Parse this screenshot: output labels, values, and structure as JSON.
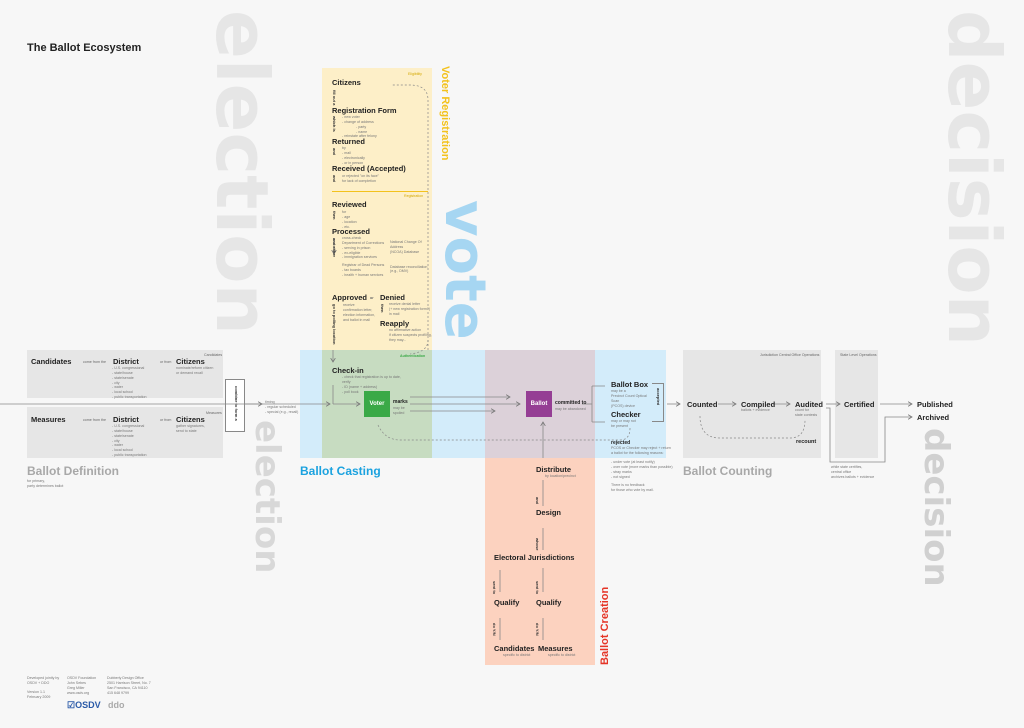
{
  "title": "The Ballot Ecosystem",
  "watermarks": {
    "election": "election",
    "vote": "vote",
    "decision": "decision"
  },
  "registration": {
    "label": "Voter Registration",
    "eligibility": "Eligibility",
    "registration": "Registration",
    "citizens": "Citizens",
    "fill_out": "fill out a",
    "form": "Registration Form",
    "which_is": "which is",
    "form_notes": [
      "- new voter",
      "- change of address",
      "- party",
      "- name",
      "- reinstate after felony"
    ],
    "returned": "Returned",
    "and1": "and",
    "returned_notes": [
      "by",
      "- mail",
      "- electronically",
      "- or in person"
    ],
    "received": "Received (Accepted)",
    "and2": "and",
    "received_notes": [
      "or rejected \"on its face\"",
      "for lack of completion"
    ],
    "reviewed": "Reviewed",
    "then": "then",
    "reviewed_notes": [
      "for",
      "- age",
      "- location",
      "- etc."
    ],
    "processed": "Processed",
    "and_either": "and either",
    "processed_notes": [
      "cross-check",
      "Department of Corrections",
      "- serving in prison",
      "- ex-eligible",
      "- immigration services",
      "Registrar of Dead Persons",
      "- tax boards",
      "- health + human services"
    ],
    "processed_notes2": [
      "National Change Of Address",
      "(NCOA) Database",
      "Database reconciliation",
      "(e.g., DMV)"
    ],
    "approved": "Approved",
    "or": "or",
    "approved_notes": [
      "receive",
      "confirmation letter,",
      "election information,",
      "and ballot in mail"
    ],
    "go_to_polling": "go to polling location",
    "denied": "Denied",
    "then2": "then",
    "denied_notes": [
      "receive denial letter",
      "(+ new registration form?)",
      "in mail"
    ],
    "reapply": "Reapply",
    "reapply_notes": [
      "no affirmative action",
      "if citizen suspects profiling,",
      "they may..."
    ]
  },
  "definition": {
    "label": "Ballot Definition",
    "sublabel": [
      "for primary,",
      "party determines ballot"
    ],
    "cand_tag": "Candidates",
    "meas_tag": "Measures",
    "candidates": "Candidates",
    "measures": "Measures",
    "come_from": "come from the",
    "district": "District",
    "or_from": "or from",
    "citizens": "Citizens",
    "district_list": [
      "- U.S. congressional",
      "- state/house",
      "- state/senate",
      "- city",
      "- water",
      "- local school",
      "- public transportation"
    ],
    "cand_citizens_note": [
      "nominate/reform citizen",
      "or demand recall"
    ],
    "meas_citizens_note": [
      "gather signatures,",
      "send to state"
    ],
    "combine": "combine to form a",
    "timing_notes": [
      "timing",
      "- regular scheduled",
      "- special (e.g., recall)"
    ]
  },
  "casting": {
    "label": "Ballot Casting",
    "authentication": "Authentication",
    "checkin": "Check-in",
    "checkin_notes": [
      "- check that registration is up to date,",
      "  verify",
      "- ID (name + address)",
      "- poll book"
    ],
    "voter": "Voter",
    "marks": "marks",
    "marks_note": [
      "may be",
      "spoiled"
    ],
    "ballot": "Ballot",
    "committed": "committed to",
    "committed_note": "may be abandoned",
    "ballot_box": "Ballot Box",
    "ballot_box_note": [
      "may be a",
      "Precinct Count Optical Scan",
      "(PCOS) device"
    ],
    "checker": "Checker",
    "checker_note": [
      "may or may not",
      "be present"
    ],
    "accepted": "accepted",
    "rejected": "rejected",
    "rejected_note": [
      "PCOS or Checker may reject + return",
      "a ballot for the following reasons:"
    ],
    "reasons": [
      "- under vote (at least notify)",
      "- over vote (more marks than possible)",
      "- stray marks",
      "- not signed"
    ],
    "no_feedback": [
      "There is no feedback",
      "for those who vote by mail."
    ]
  },
  "creation": {
    "label": "Ballot Creation",
    "distribute": "Distribute",
    "distribute_note": "by location/precinct",
    "and": "and",
    "design": "Design",
    "whose": "whose",
    "jurisdictions": "Electoral Jurisdictions",
    "sent_to": "sent to",
    "qualify": "Qualify",
    "do_y_n": "do Y/N",
    "candidates": "Candidates",
    "measures": "Measures",
    "specific": "specific to district"
  },
  "counting": {
    "label": "Ballot Counting",
    "jurisdiction_ops": "Jurisdiction Central Office Operations",
    "state_ops": "State Level Operations",
    "counted": "Counted",
    "compiled": "Compiled",
    "compiled_note": "ballots + evidence",
    "audited": "Audited",
    "audited_note": [
      "count for",
      "state contests"
    ],
    "recount": "recount",
    "certified": "Certified",
    "published": "Published",
    "archived": "Archived",
    "state_note": [
      "while state certifies,",
      "central office",
      "archives ballots + evidence"
    ]
  },
  "footer": {
    "col1": [
      "Developed jointly by",
      "OSDV + DDO",
      "",
      "Version 1.1",
      "February 2009"
    ],
    "col2": [
      "OSDV Foundation",
      "John Sebes",
      "Greg Miller",
      "www.osdv.org"
    ],
    "col3": [
      "Dubberly Design Office",
      "2501 Harrison Street, No. 7",
      "San Francisco, CA 94110",
      "415 648 9799"
    ],
    "logo_osdv": "OSDV",
    "logo_ddo": "ddo"
  },
  "colors": {
    "registration": "#fdefc8",
    "registration_label": "#f3c21d",
    "casting": "#d3ecfa",
    "casting_label": "#1ba2df",
    "auth": "#c7dcc1",
    "voter": "#3aa947",
    "ballot": "#953e94",
    "ballot_zone": "#dcd1d9",
    "creation": "#fcd2bf",
    "creation_label": "#e53527",
    "grey_box": "#e6e6e6"
  }
}
